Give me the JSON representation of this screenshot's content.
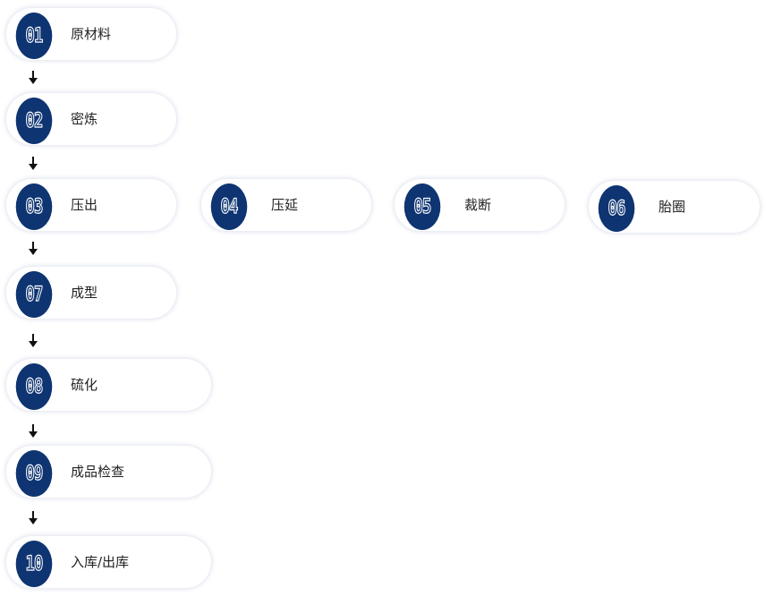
{
  "colors": {
    "circle_fill": "#0e3472",
    "label_text": "#222222",
    "arrow": "#111111"
  },
  "steps": [
    {
      "num": "01",
      "label": "原材料"
    },
    {
      "num": "02",
      "label": "密炼"
    },
    {
      "num": "03",
      "label": "压出"
    },
    {
      "num": "04",
      "label": "压延"
    },
    {
      "num": "05",
      "label": "裁断"
    },
    {
      "num": "06",
      "label": "胎圈"
    },
    {
      "num": "07",
      "label": "成型"
    },
    {
      "num": "08",
      "label": "硫化"
    },
    {
      "num": "09",
      "label": "成品检查"
    },
    {
      "num": "10",
      "label": "入库/出库"
    }
  ]
}
